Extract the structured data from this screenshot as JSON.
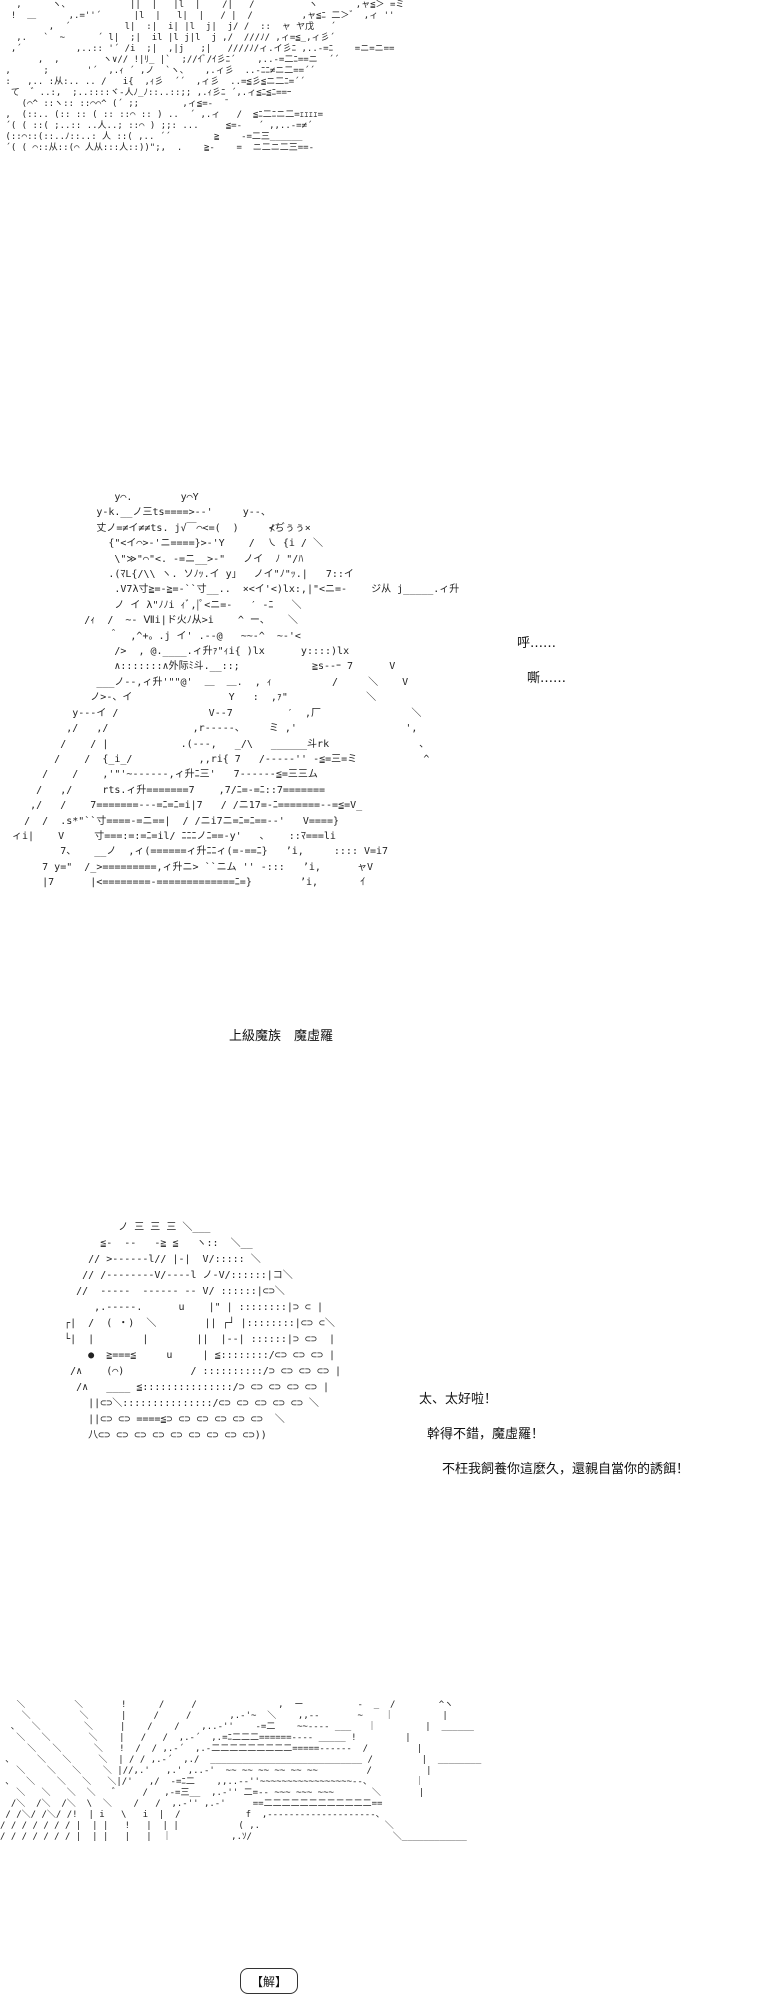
{
  "panel2": {
    "sound_1": "呼……",
    "sound_2": "嘶……",
    "caption": "上級魔族　魔虛羅"
  },
  "panel3": {
    "line_1": "太、太好啦！",
    "line_2": "幹得不錯，魔虛羅！",
    "line_3": "不枉我飼養你這麼久，還親自當你的誘餌！"
  },
  "panel4": {
    "label": "【解】"
  }
}
